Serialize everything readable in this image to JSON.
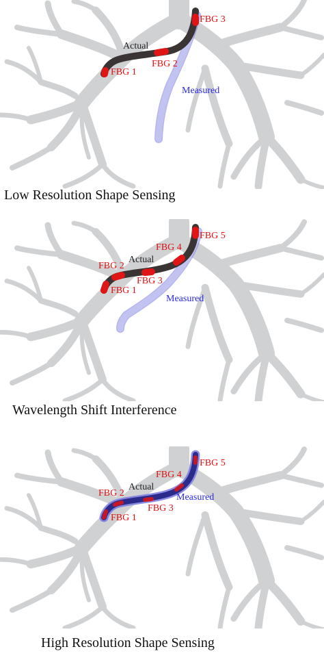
{
  "panels": [
    {
      "caption": "Low Resolution Shape Sensing",
      "labels": {
        "actual": "Actual",
        "measured": "Measured",
        "fbg": [
          "FBG 1",
          "FBG 2",
          "FBG 3"
        ]
      }
    },
    {
      "caption": "Wavelength Shift Interference",
      "labels": {
        "actual": "Actual",
        "measured": "Measured",
        "fbg": [
          "FBG 1",
          "FBG 2",
          "FBG 3",
          "FBG 4",
          "FBG 5"
        ]
      }
    },
    {
      "caption": "High Resolution Shape Sensing",
      "labels": {
        "actual": "Actual",
        "measured": "Measured",
        "fbg": [
          "FBG 1",
          "FBG 2",
          "FBG 3",
          "FBG 4",
          "FBG 5"
        ]
      }
    }
  ],
  "colors": {
    "airway": "#cfd1d3",
    "actual_catheter": "#3a3434",
    "fbg_segment": "#e01515",
    "measured_stroke": "#7a7ae0",
    "measured_fill": "#c4c4f2",
    "high_res_catheter": "#2b2b8c"
  }
}
